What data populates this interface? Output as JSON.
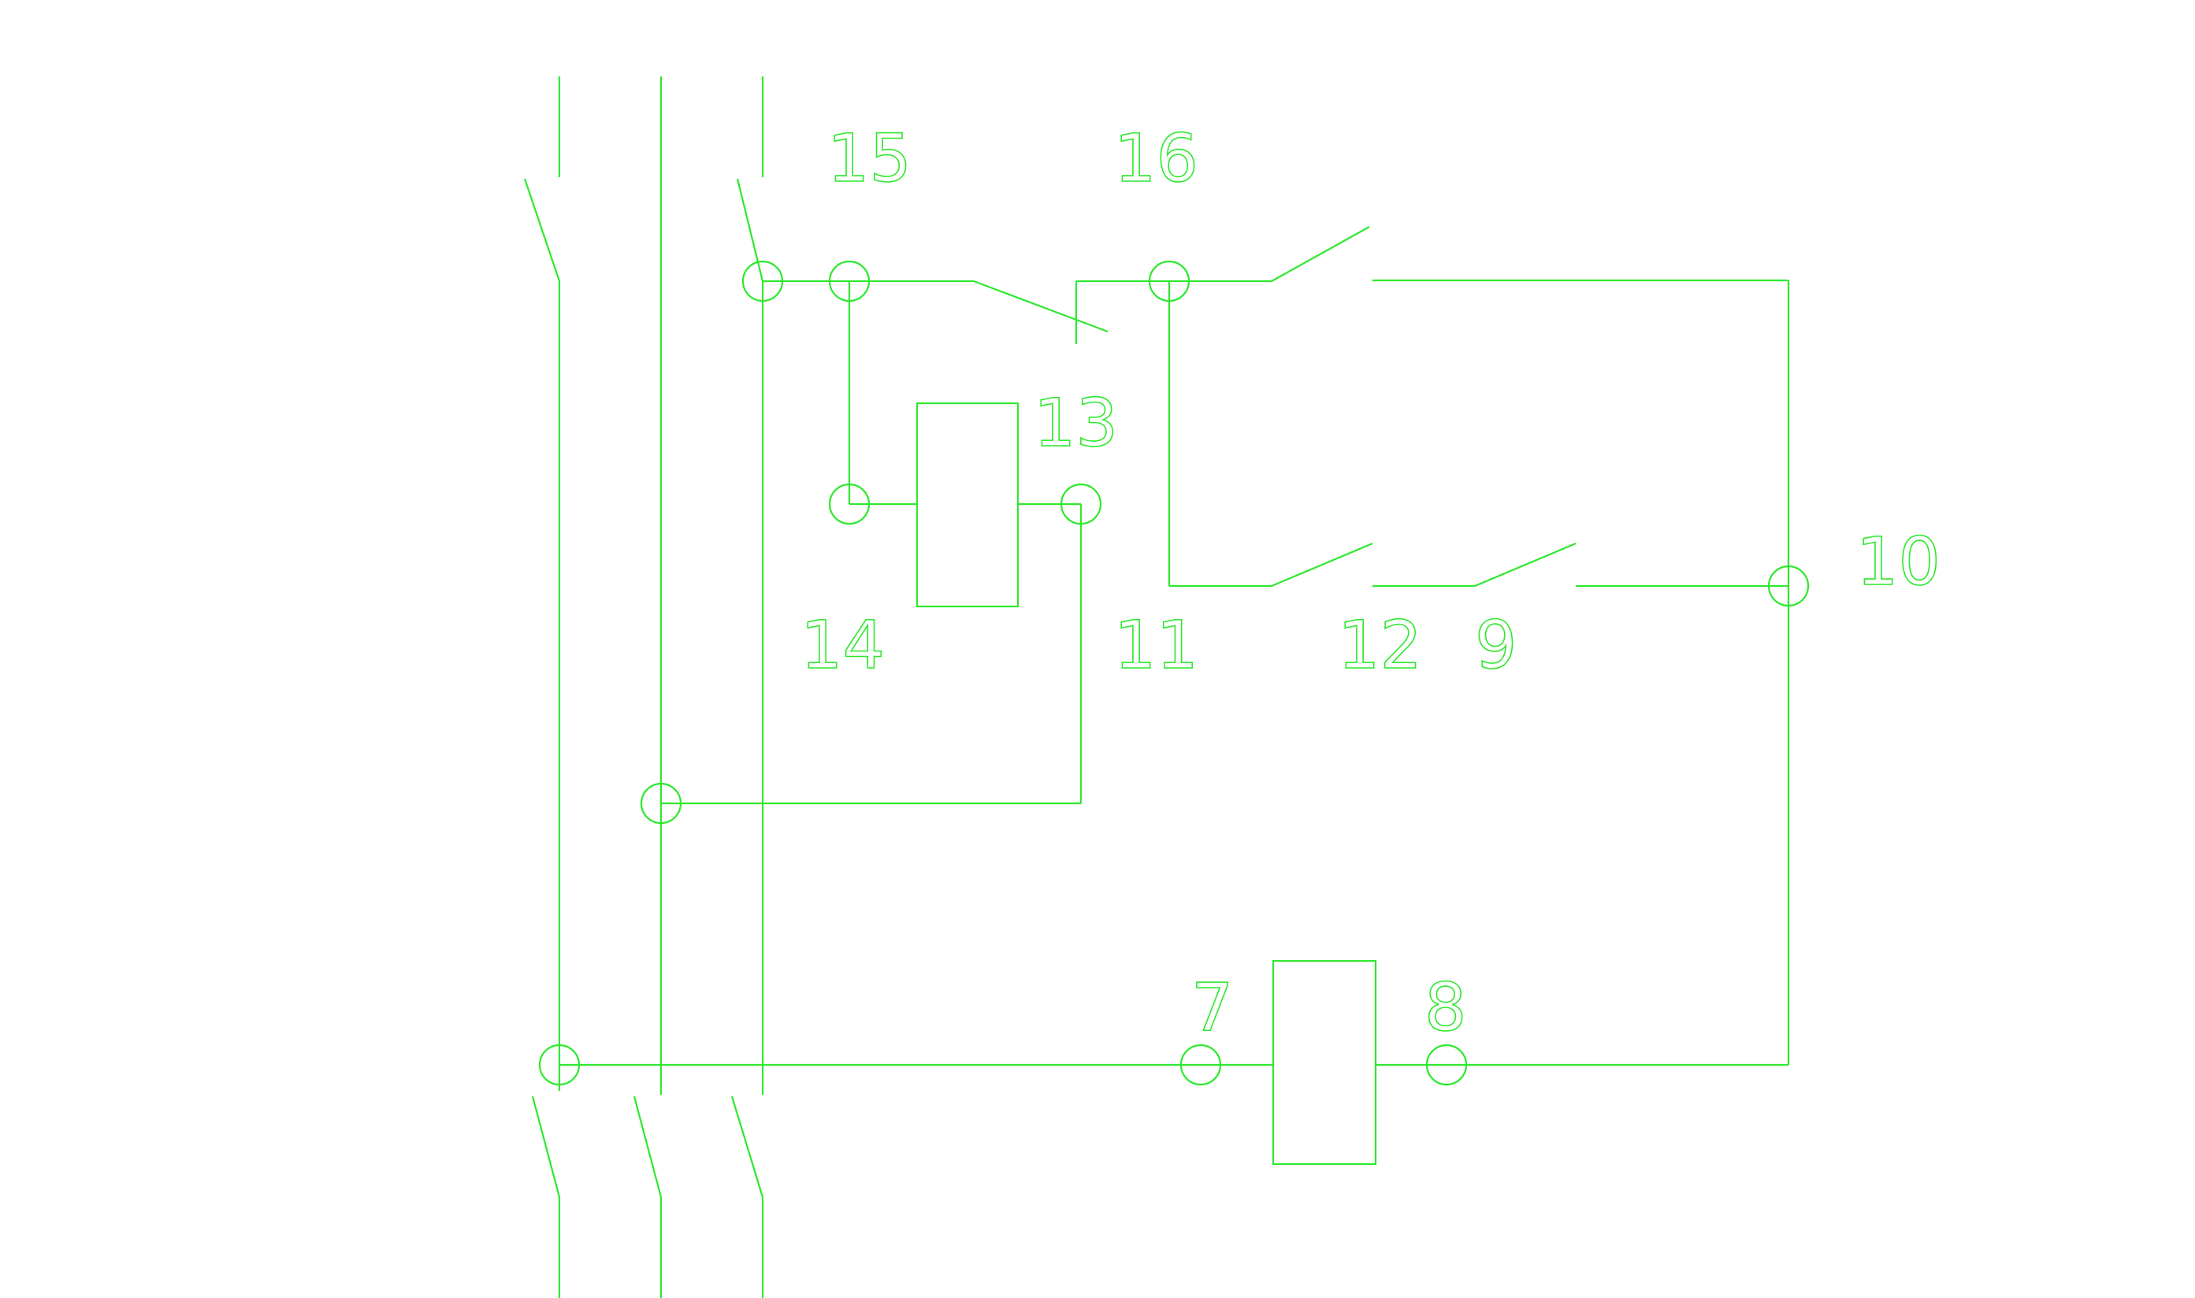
{
  "diagram": {
    "line_color": "#2ee82e",
    "background": "#ffffff",
    "labels": {
      "n15": "15",
      "n16": "16",
      "n13": "13",
      "n14": "14",
      "n11": "11",
      "n12": "12",
      "n9": "9",
      "n10": "10",
      "n7": "7",
      "n8": "8"
    }
  }
}
